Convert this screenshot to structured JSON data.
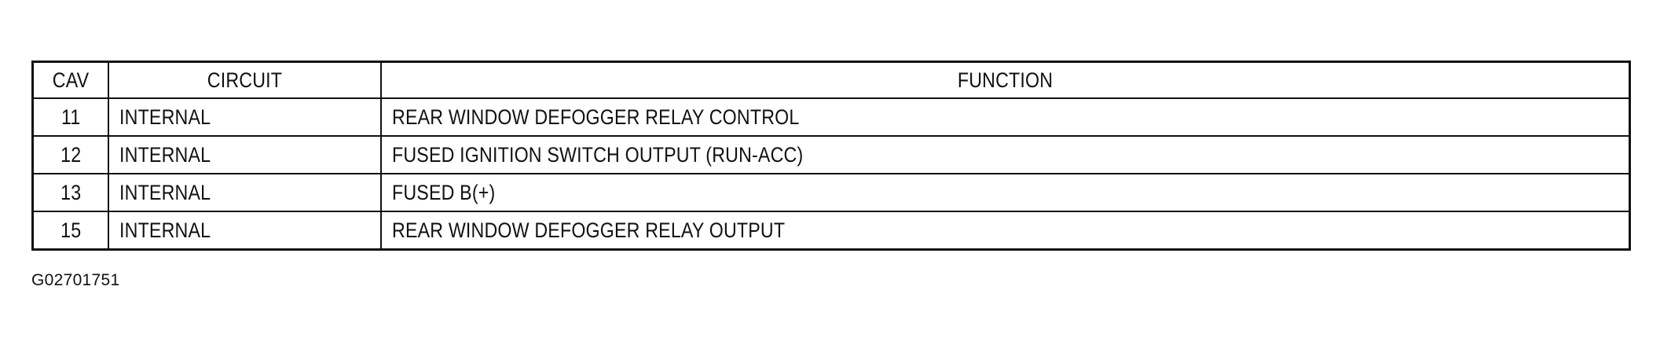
{
  "table": {
    "headers": {
      "cav": "CAV",
      "circuit": "CIRCUIT",
      "function": "FUNCTION"
    },
    "rows": [
      {
        "cav": "11",
        "circuit": "INTERNAL",
        "function": "REAR WINDOW DEFOGGER RELAY CONTROL"
      },
      {
        "cav": "12",
        "circuit": "INTERNAL",
        "function": "FUSED IGNITION SWITCH OUTPUT (RUN-ACC)"
      },
      {
        "cav": "13",
        "circuit": "INTERNAL",
        "function": "FUSED B(+)"
      },
      {
        "cav": "15",
        "circuit": "INTERNAL",
        "function": "REAR WINDOW DEFOGGER RELAY OUTPUT"
      }
    ]
  },
  "figure_id": "G02701751"
}
